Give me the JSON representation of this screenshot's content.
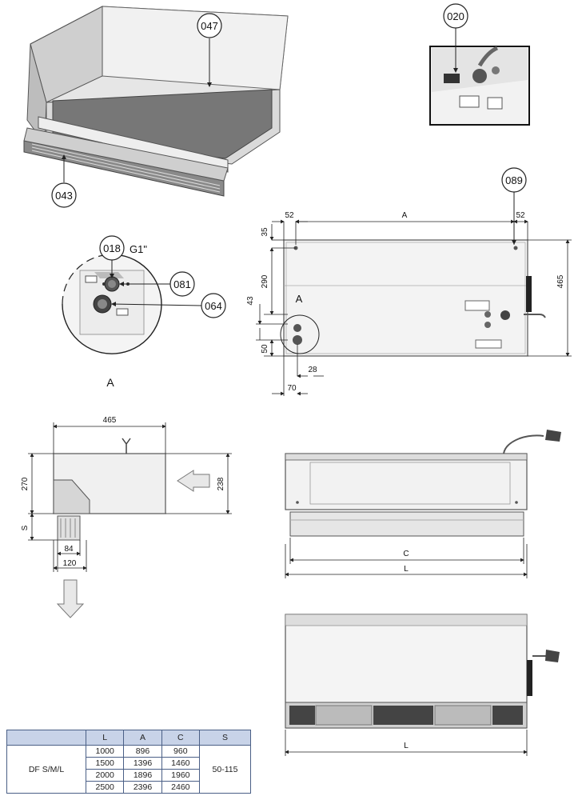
{
  "callouts": {
    "c047": "047",
    "c043": "043",
    "c020": "020",
    "c089": "089",
    "c018": "018",
    "c081": "081",
    "c064": "064"
  },
  "labels": {
    "g1": "G1\"",
    "detail_a_small": "A",
    "detail_a_front": "A",
    "dim_52_left": "52",
    "dim_A_top": "A",
    "dim_52_right": "52",
    "dim_35": "35",
    "dim_290": "290",
    "dim_465_right": "465",
    "dim_43": "43",
    "dim_50": "50",
    "dim_28": "28",
    "dim_70": "70",
    "dim_465_side": "465",
    "dim_270": "270",
    "dim_238": "238",
    "dim_S": "S",
    "dim_84": "84",
    "dim_120": "120",
    "dim_C": "C",
    "dim_L_top": "L",
    "dim_L_bottom": "L"
  },
  "table": {
    "headers": [
      "",
      "L",
      "A",
      "C",
      "S"
    ],
    "model": "DF S/M/L",
    "rows": [
      [
        "1000",
        "896",
        "960"
      ],
      [
        "1500",
        "1396",
        "1460"
      ],
      [
        "2000",
        "1896",
        "1960"
      ],
      [
        "2500",
        "2396",
        "2460"
      ]
    ],
    "s_value": "50-115"
  }
}
